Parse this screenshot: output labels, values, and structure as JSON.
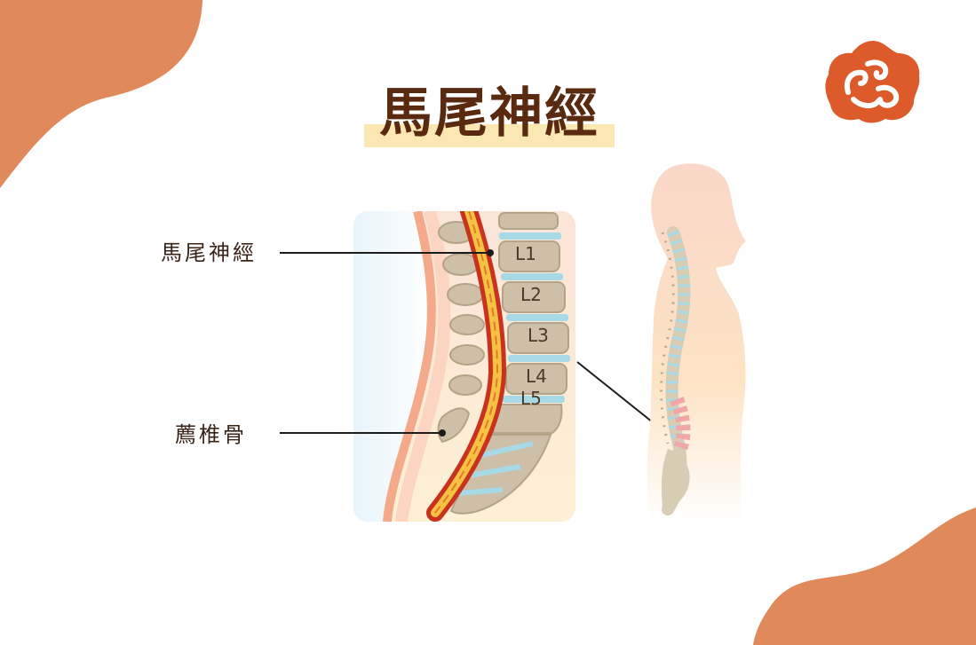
{
  "title": "馬尾神經",
  "labels": {
    "cauda_equina": "馬尾神經",
    "sacrum": "薦椎骨"
  },
  "vertebrae": [
    "L1",
    "L2",
    "L3",
    "L4",
    "L5"
  ],
  "colors": {
    "accent": "#e0895a",
    "title_text": "#5a2a10",
    "title_highlight": "#fbe7b2",
    "bone": "#cdbfa8",
    "disc": "#a8d9e6",
    "nerve": "#f5c242",
    "dura": "#c8321e",
    "skin": "#f7c9b3"
  }
}
